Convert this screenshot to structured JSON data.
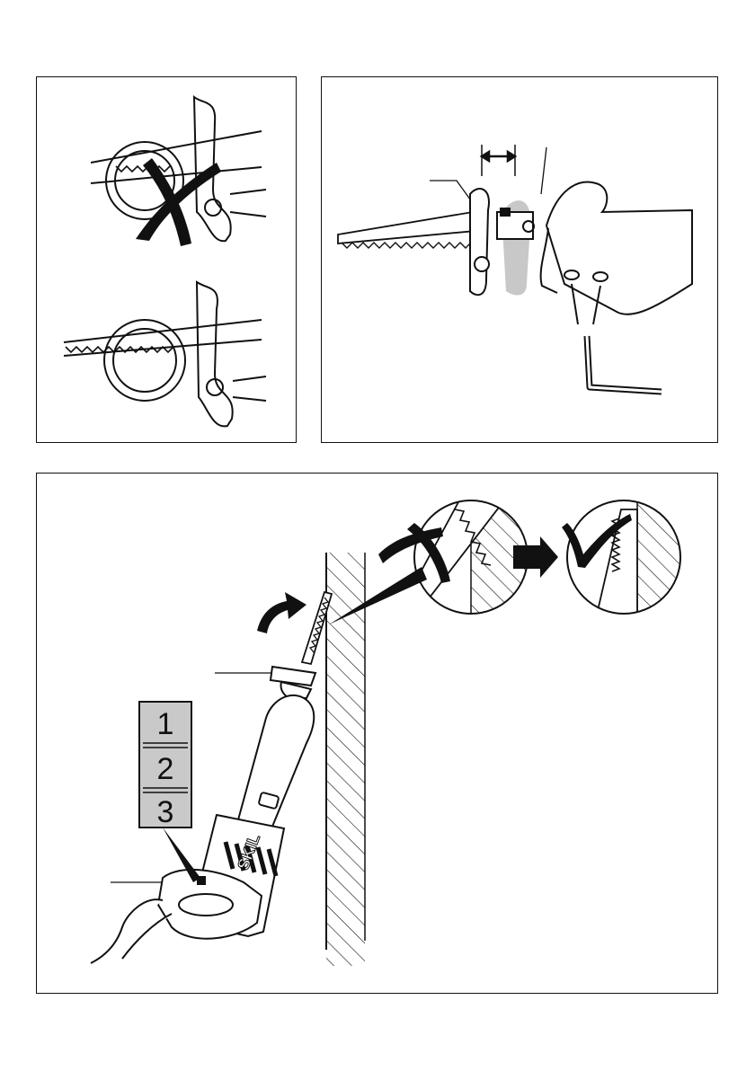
{
  "figures": [
    {
      "id": "blade-fitting-check",
      "marks": [
        "x-mark-icon",
        "checkmark-none"
      ]
    },
    {
      "id": "shoe-adjustment"
    },
    {
      "id": "plunge-cutting",
      "speed_selector": {
        "settings": [
          "1",
          "2",
          "3"
        ]
      },
      "brand_logo_text": "SKIL"
    }
  ],
  "colors": {
    "line": "#111111",
    "shade": "#c8c8c8",
    "selector_bg": "#c9c9c9"
  }
}
